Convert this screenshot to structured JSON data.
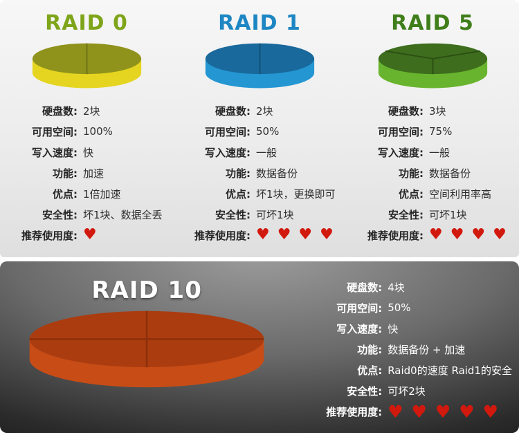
{
  "heart_color": "#d2190e",
  "top_panel": {
    "raids": [
      {
        "title": "RAID 0",
        "title_color": "#7ea51a",
        "disk": {
          "top_color": "#8f931c",
          "side_color": "#e6d520",
          "line_color": "#6d7014"
        },
        "rows": [
          {
            "label": "硬盘数:",
            "value": "2块"
          },
          {
            "label": "可用空间:",
            "value": "100%"
          },
          {
            "label": "写入速度:",
            "value": "快"
          },
          {
            "label": "功能:",
            "value": "加速"
          },
          {
            "label": "优点:",
            "value": "1倍加速"
          },
          {
            "label": "安全性:",
            "value": "坏1块、数据全丢"
          }
        ],
        "recommend": {
          "label": "推荐使用度:",
          "hearts": "♥",
          "count": 1
        }
      },
      {
        "title": "RAID 1",
        "title_color": "#1d86c3",
        "disk": {
          "top_color": "#19699c",
          "side_color": "#2496d2",
          "line_color": "#124e74"
        },
        "rows": [
          {
            "label": "硬盘数:",
            "value": "2块"
          },
          {
            "label": "可用空间:",
            "value": "50%"
          },
          {
            "label": "写入速度:",
            "value": "一般"
          },
          {
            "label": "功能:",
            "value": "数据备份"
          },
          {
            "label": "优点:",
            "value": "坏1块，更换即可"
          },
          {
            "label": "安全性:",
            "value": "可坏1块"
          }
        ],
        "recommend": {
          "label": "推荐使用度:",
          "hearts": "♥ ♥ ♥ ♥",
          "count": 4
        }
      },
      {
        "title": "RAID 5",
        "title_color": "#3f7e1b",
        "disk": {
          "top_color": "#3d6d1d",
          "side_color": "#69b42e",
          "line_color": "#2c4f13"
        },
        "rows": [
          {
            "label": "硬盘数:",
            "value": "3块"
          },
          {
            "label": "可用空间:",
            "value": "75%"
          },
          {
            "label": "写入速度:",
            "value": "一般"
          },
          {
            "label": "功能:",
            "value": "数据备份"
          },
          {
            "label": "优点:",
            "value": "空间利用率高"
          },
          {
            "label": "安全性:",
            "value": "可坏1块"
          }
        ],
        "recommend": {
          "label": "推荐使用度:",
          "hearts": "♥ ♥ ♥ ♥",
          "count": 4
        }
      }
    ]
  },
  "bottom_panel": {
    "title": "RAID 10",
    "disk": {
      "top_color": "#ab3c10",
      "side_color": "#c84c15",
      "line_color": "#8a2f0b"
    },
    "rows": [
      {
        "label": "硬盘数:",
        "value": "4块"
      },
      {
        "label": "可用空间:",
        "value": "50%"
      },
      {
        "label": "写入速度:",
        "value": "快"
      },
      {
        "label": "功能:",
        "value": "数据备份 + 加速"
      },
      {
        "label": "优点:",
        "value": "Raid0的速度 Raid1的安全"
      },
      {
        "label": "安全性:",
        "value": "可坏2块"
      }
    ],
    "recommend": {
      "label": "推荐使用度:",
      "hearts": "♥ ♥ ♥ ♥ ♥",
      "count": 5
    }
  }
}
